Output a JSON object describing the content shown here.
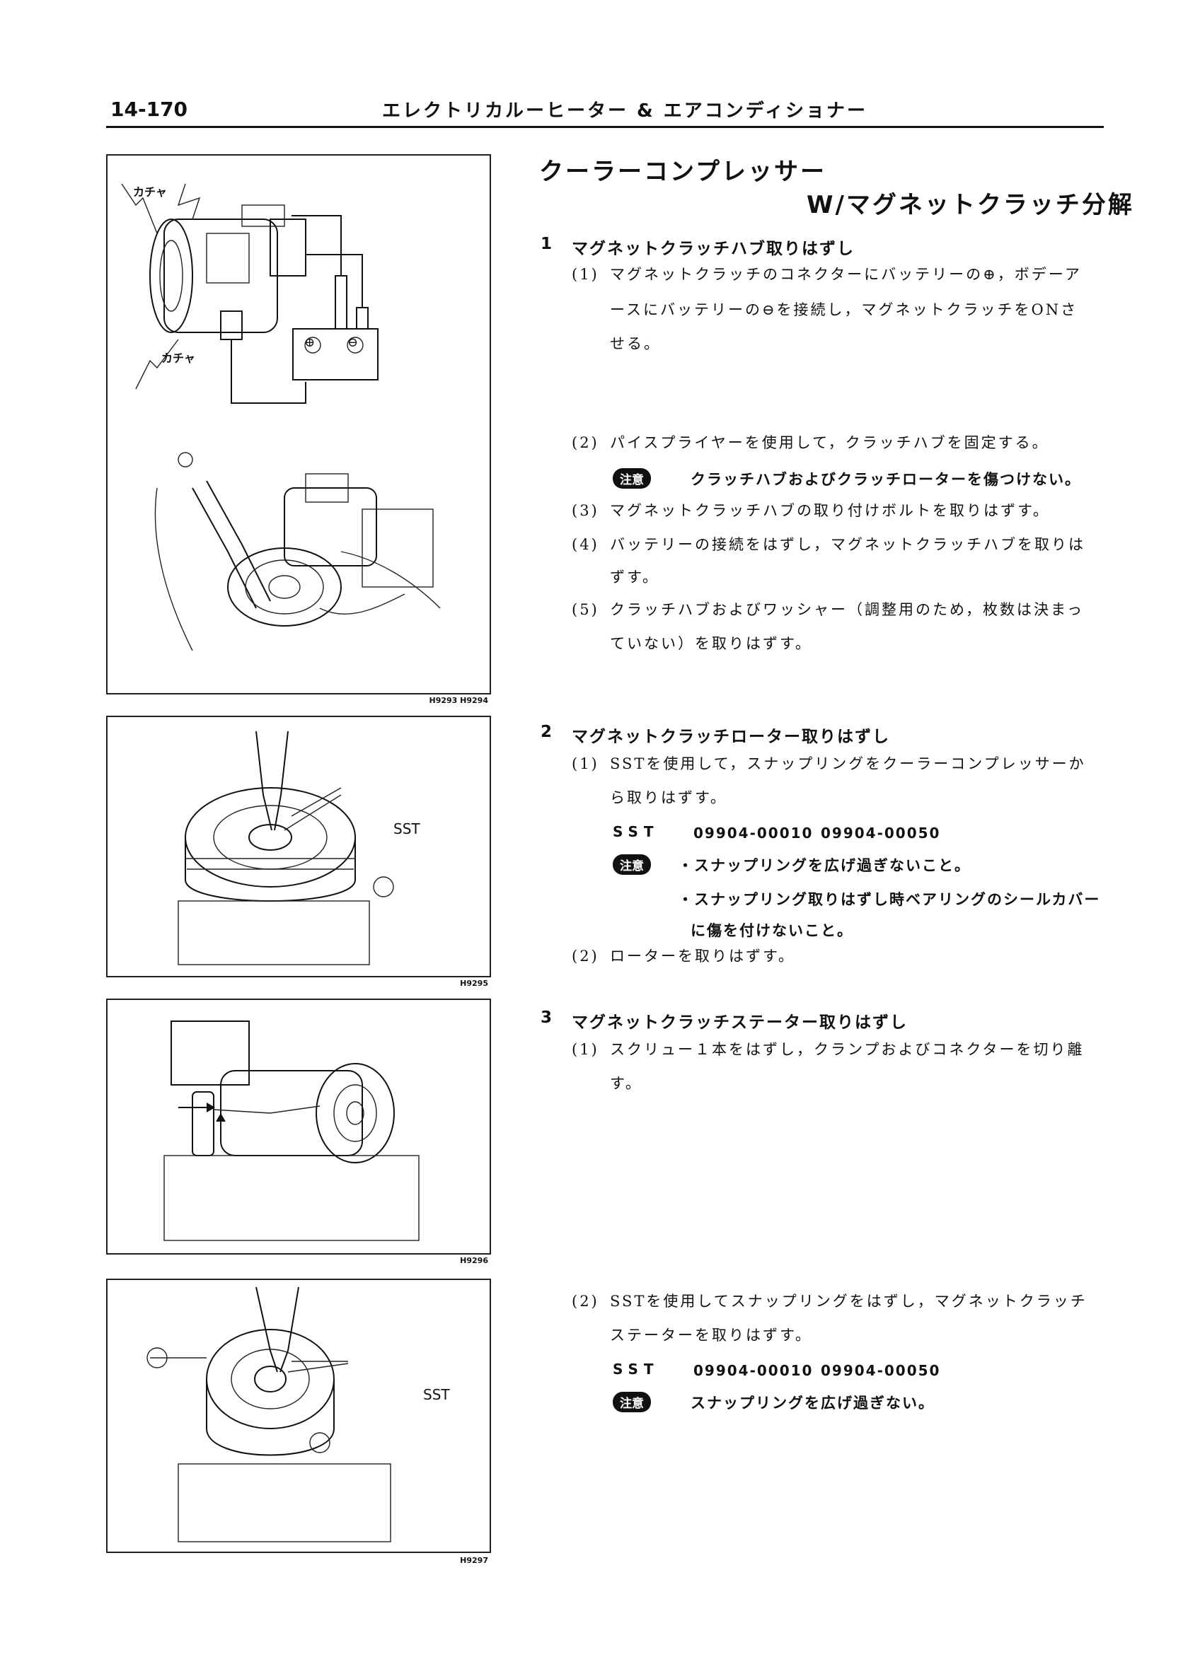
{
  "header": {
    "page_number": "14-170",
    "chapter_title": "エレクトリカルーヒーター & エアコンディショナー"
  },
  "section": {
    "title_line1": "クーラーコンプレッサー",
    "title_line2": "W/マグネットクラッチ分解"
  },
  "figures": {
    "fig1": {
      "code": "H9293 H9294",
      "label_top": "カチャ",
      "label_bottom": "カチャ",
      "battery_plus": "⊕",
      "battery_minus": "⊖"
    },
    "fig2": {
      "code": "H9295",
      "label": "SST"
    },
    "fig3": {
      "code": "H9296"
    },
    "fig4": {
      "code": "H9297",
      "label": "SST"
    }
  },
  "steps": {
    "s1": {
      "number": "1",
      "title": "マグネットクラッチハブ取りはずし",
      "p1": {
        "num": "(1)",
        "lines": [
          "マグネットクラッチのコネクターにバッテリーの⊕，ボデーア",
          "ースにバッテリーの⊖を接続し，マグネットクラッチをONさ",
          "せる。"
        ]
      },
      "p2": {
        "num": "(2)",
        "lines": [
          "パイスプライヤーを使用して，クラッチハブを固定する。"
        ]
      },
      "p2_note": {
        "badge": "注意",
        "text": "クラッチハブおよびクラッチローターを傷つけない。"
      },
      "p3": {
        "num": "(3)",
        "lines": [
          "マグネットクラッチハブの取り付けボルトを取りはずす。"
        ]
      },
      "p4": {
        "num": "(4)",
        "lines": [
          "バッテリーの接続をはずし，マグネットクラッチハブを取りは",
          "ずす。"
        ]
      },
      "p5": {
        "num": "(5)",
        "lines": [
          "クラッチハブおよびワッシャー（調整用のため，枚数は決まっ",
          "ていない）を取りはずす。"
        ]
      }
    },
    "s2": {
      "number": "2",
      "title": "マグネットクラッチローター取りはずし",
      "p1": {
        "num": "(1)",
        "lines": [
          "SSTを使用して，スナップリングをクーラーコンプレッサーか",
          "ら取りはずす。"
        ]
      },
      "sst": {
        "label": "SST",
        "codes": [
          "09904-00010",
          "09904-00050"
        ]
      },
      "note": {
        "badge": "注意",
        "lines": [
          "・スナップリングを広げ過ぎないこと。",
          "・スナップリング取りはずし時ベアリングのシールカバー",
          "に傷を付けないこと。"
        ]
      },
      "p2": {
        "num": "(2)",
        "lines": [
          "ローターを取りはずす。"
        ]
      }
    },
    "s3": {
      "number": "3",
      "title": "マグネットクラッチステーター取りはずし",
      "p1": {
        "num": "(1)",
        "lines": [
          "スクリュー１本をはずし，クランプおよびコネクターを切り離",
          "す。"
        ]
      },
      "p2": {
        "num": "(2)",
        "lines": [
          "SSTを使用してスナップリングをはずし，マグネットクラッチ",
          "ステーターを取りはずす。"
        ]
      },
      "sst": {
        "label": "SST",
        "codes": [
          "09904-00010",
          "09904-00050"
        ]
      },
      "note": {
        "badge": "注意",
        "text": "スナップリングを広げ過ぎない。"
      }
    }
  }
}
